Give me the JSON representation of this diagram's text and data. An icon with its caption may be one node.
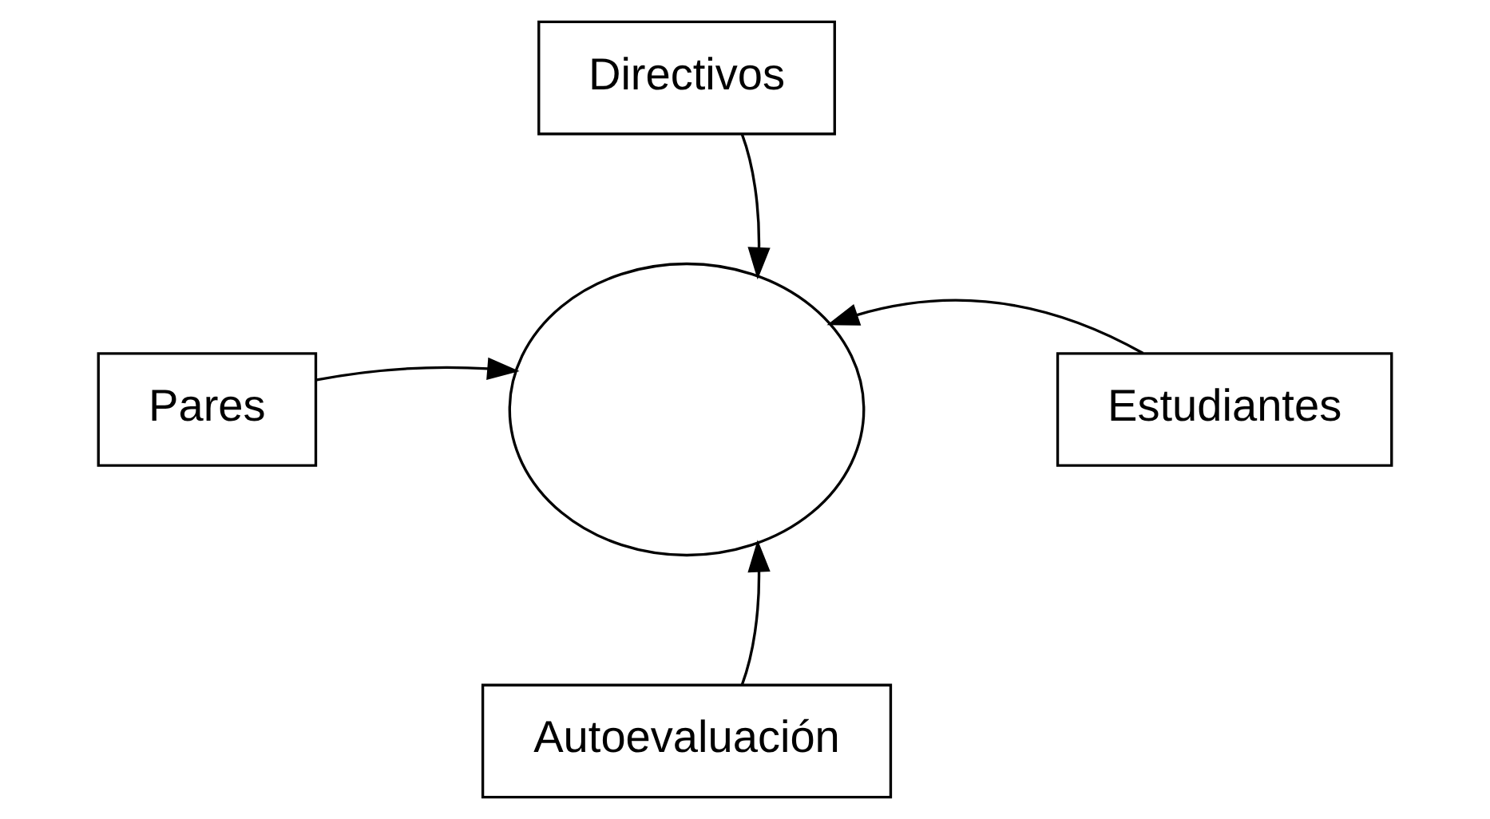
{
  "diagram": {
    "nodes": [
      {
        "text": [
          "Directivos"
        ]
      },
      {
        "text": [
          "Pares"
        ]
      },
      {
        "text": [],
        "shape": "ellipse"
      },
      {
        "text": [
          "Estudiantes"
        ]
      },
      {
        "text": [
          "Autoevaluación"
        ]
      }
    ],
    "edges": [
      {
        "from": 0,
        "to": 2,
        "arrow": "to"
      },
      {
        "from": 1,
        "to": 2,
        "arrow": "to"
      },
      {
        "from": 3,
        "to": 2,
        "arrow": "to"
      },
      {
        "from": 4,
        "to": 2,
        "arrow": "to"
      }
    ]
  }
}
